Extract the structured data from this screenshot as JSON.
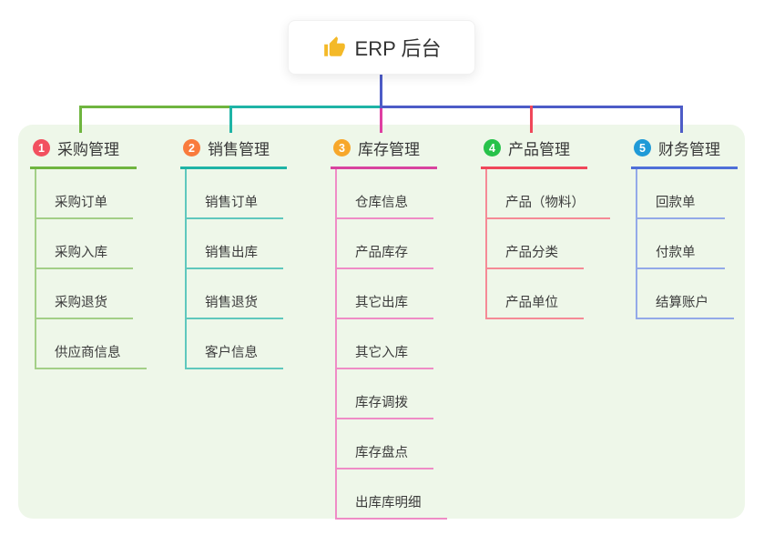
{
  "root": {
    "title": "ERP 后台",
    "icon": "thumbs-up-icon"
  },
  "canvas": {
    "background": "#eef7e9"
  },
  "connectors": {
    "trunk": "#4d5cc7",
    "horizontal_left": "#6fb53f",
    "horizontal_mid": "#1fb4a6",
    "horizontal_right": "#4d5cc7",
    "drop_1": "#6fb53f",
    "drop_2": "#1fb4a6",
    "drop_3": "#df3fa2",
    "drop_4": "#f0475a",
    "drop_5": "#4d5cc7"
  },
  "branches": [
    {
      "index": "1",
      "title": "采购管理",
      "badge_color": "#f2505f",
      "line_color": "#6fb53f",
      "child_line_color": "#a3cf87",
      "children": [
        "采购订单",
        "采购入库",
        "采购退货",
        "供应商信息"
      ]
    },
    {
      "index": "2",
      "title": "销售管理",
      "badge_color": "#f97b3c",
      "line_color": "#1fb4a6",
      "child_line_color": "#5fc8bd",
      "children": [
        "销售订单",
        "销售出库",
        "销售退货",
        "客户信息"
      ]
    },
    {
      "index": "3",
      "title": "库存管理",
      "badge_color": "#f7a72a",
      "line_color": "#d8439f",
      "child_line_color": "#ef8cc6",
      "children": [
        "仓库信息",
        "产品库存",
        "其它出库",
        "其它入库",
        "库存调拨",
        "库存盘点",
        "出库库明细"
      ]
    },
    {
      "index": "4",
      "title": "产品管理",
      "badge_color": "#27c24a",
      "line_color": "#f0475a",
      "child_line_color": "#f58a96",
      "children": [
        "产品（物料）",
        "产品分类",
        "产品单位"
      ]
    },
    {
      "index": "5",
      "title": "财务管理",
      "badge_color": "#1f9ad7",
      "line_color": "#4f6fd8",
      "child_line_color": "#93a9e8",
      "children": [
        "回款单",
        "付款单",
        "结算账户"
      ]
    }
  ]
}
